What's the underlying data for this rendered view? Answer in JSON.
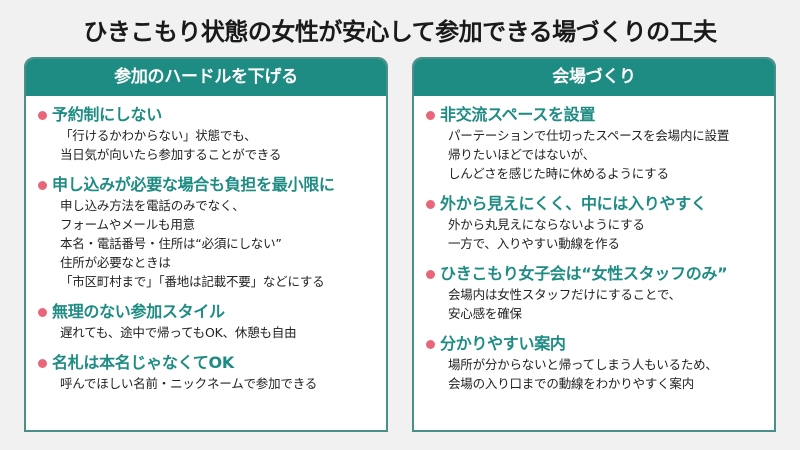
{
  "title": "ひきこもり状態の女性が安心して参加できる場づくりの工夫",
  "colors": {
    "accent": "#1f8c84",
    "bullet": "#e8667a",
    "background": "#f1f1f1",
    "border": "#4b8f8a"
  },
  "left_panel": {
    "header": "参加のハードルを下げる",
    "items": [
      {
        "heading": "予約制にしない",
        "lines": [
          "「行けるかわからない」状態でも、",
          "当日気が向いたら参加することができる"
        ]
      },
      {
        "heading": "申し込みが必要な場合も負担を最小限に",
        "lines": [
          "申し込み方法を電話のみでなく、",
          "フォームやメールも用意",
          "本名・電話番号・住所は“必須にしない”",
          "住所が必要なときは",
          "「市区町村まで」「番地は記載不要」などにする"
        ]
      },
      {
        "heading": "無理のない参加スタイル",
        "lines": [
          "遅れても、途中で帰ってもOK、休憩も自由"
        ]
      },
      {
        "heading": "名札は本名じゃなくてOK",
        "lines": [
          "呼んでほしい名前・ニックネームで参加できる"
        ]
      }
    ]
  },
  "right_panel": {
    "header": "会場づくり",
    "items": [
      {
        "heading": "非交流スペースを設置",
        "lines": [
          "パーテーションで仕切ったスペースを会場内に設置",
          "帰りたいほどではないが、",
          "しんどさを感じた時に休めるようにする"
        ]
      },
      {
        "heading": "外から見えにくく、中には入りやすく",
        "lines": [
          "外から丸見えにならないようにする",
          "一方で、入りやすい動線を作る"
        ]
      },
      {
        "heading": "ひきこもり女子会は“女性スタッフのみ”",
        "lines": [
          "会場内は女性スタッフだけにすることで、",
          "安心感を確保"
        ]
      },
      {
        "heading": "分かりやすい案内",
        "lines": [
          "場所が分からないと帰ってしまう人もいるため、",
          "会場の入り口までの動線をわかりやすく案内"
        ]
      }
    ]
  }
}
